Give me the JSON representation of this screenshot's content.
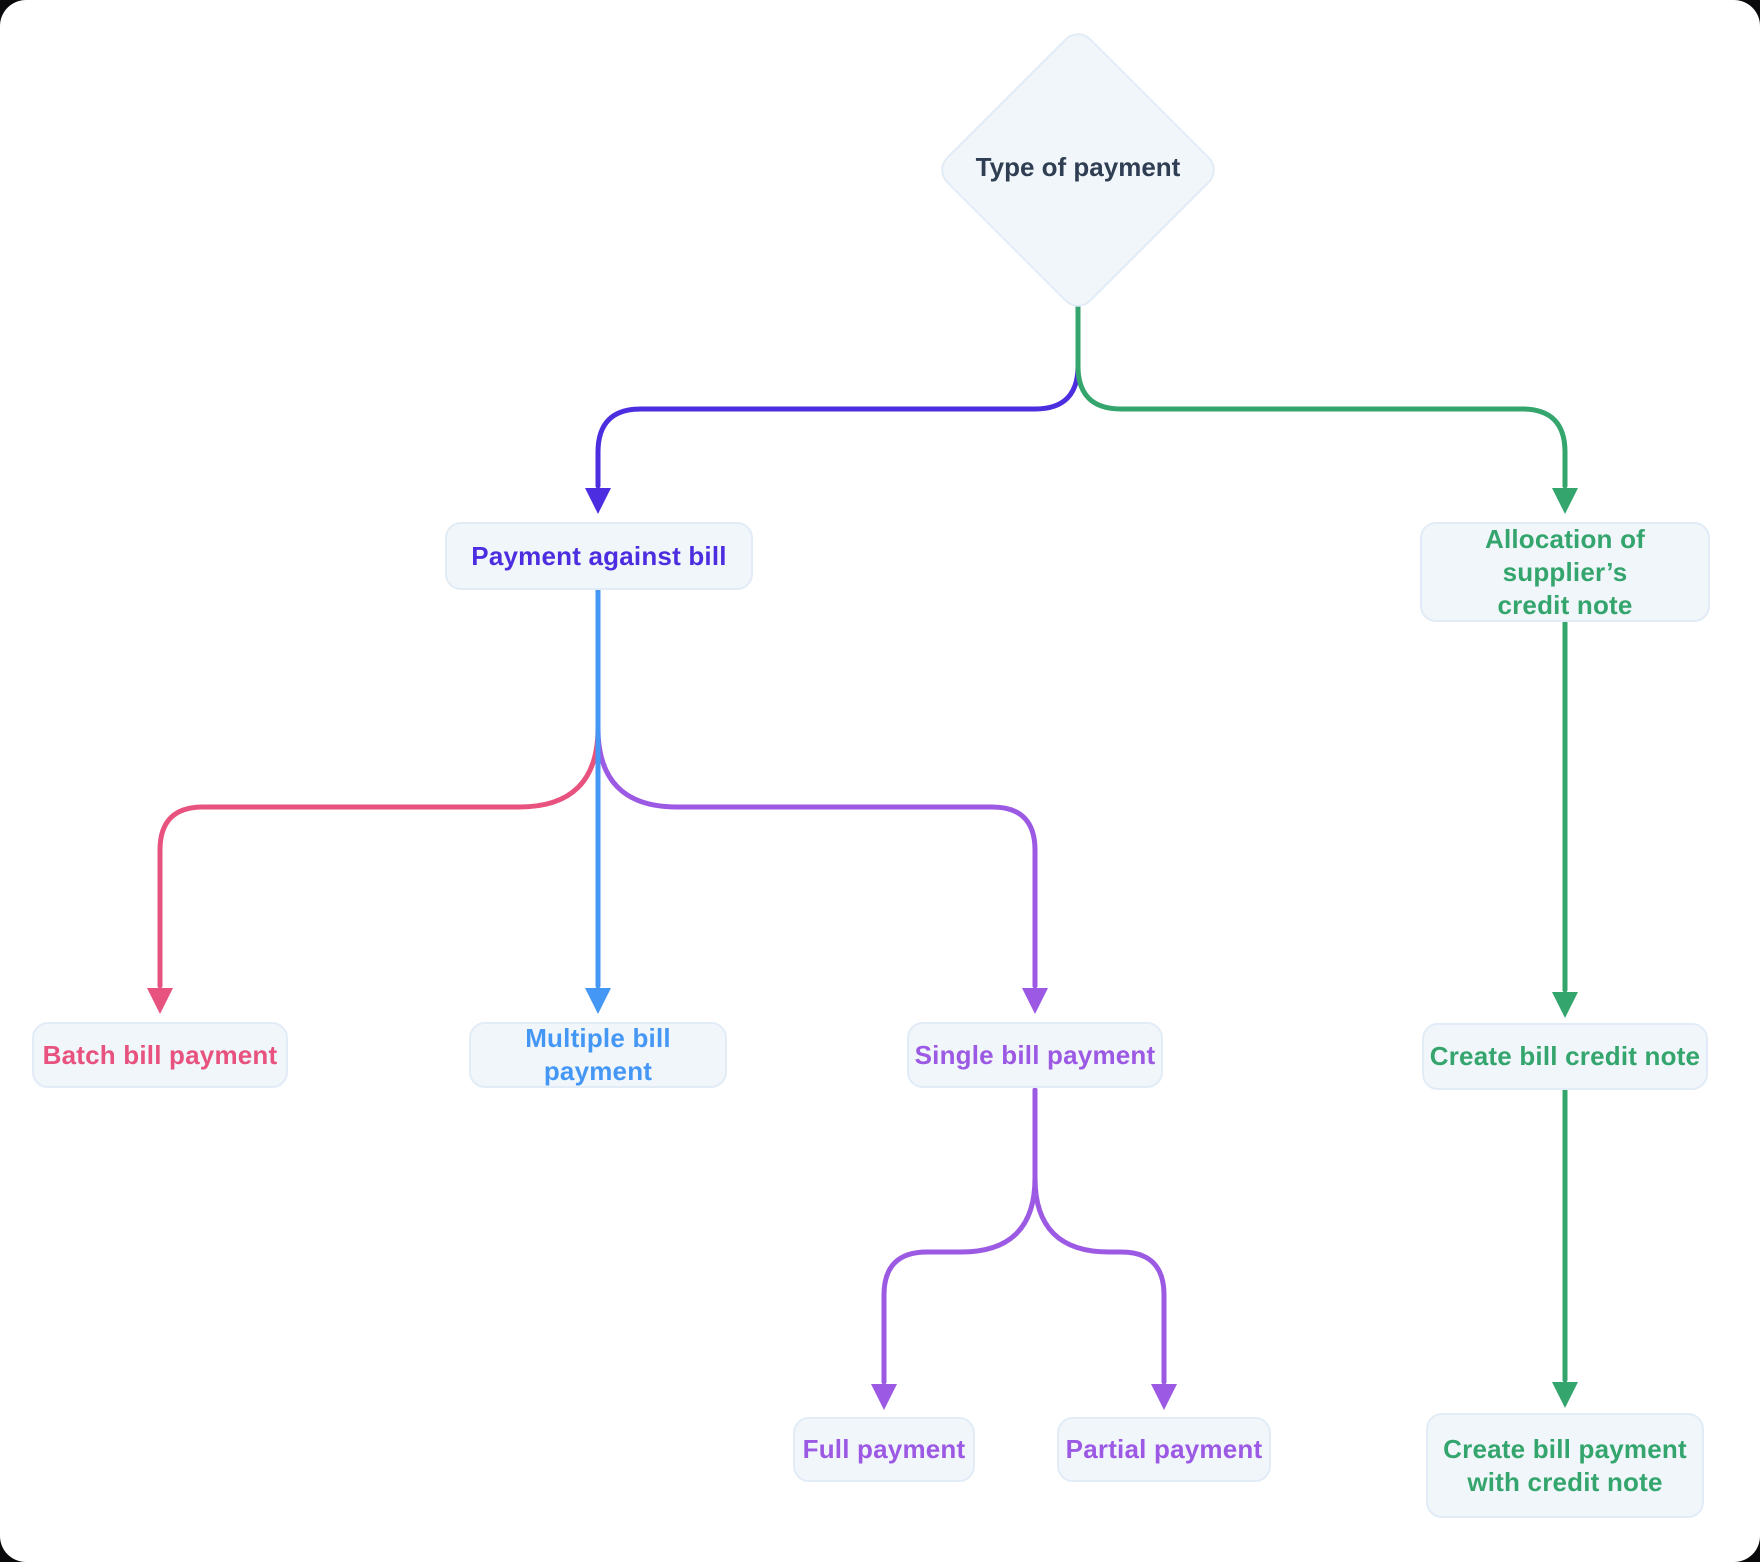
{
  "diagram_title": "Type of payment flowchart",
  "colors": {
    "background": "#ffffff",
    "node_fill": "#f1f6fb",
    "node_border": "#e2ecf6",
    "dark_text": "#2f3e52",
    "indigo": "#4c2ee0",
    "green": "#34a56d",
    "blue": "#4597f6",
    "pink": "#e8527f",
    "purple": "#9c59e3"
  },
  "nodes": {
    "type_of_payment": {
      "label": "Type of payment",
      "shape": "diamond",
      "text_color": "#2f3e52"
    },
    "payment_against_bill": {
      "label": "Payment against bill",
      "shape": "rounded-box",
      "text_color": "#4c2ee0"
    },
    "allocation_credit_note": {
      "label": "Allocation of supplier’s credit note",
      "lines": [
        "Allocation of supplier’s",
        "credit note"
      ],
      "shape": "rounded-box",
      "text_color": "#34a56d"
    },
    "batch_bill_payment": {
      "label": "Batch bill payment",
      "shape": "rounded-box",
      "text_color": "#e8527f"
    },
    "multiple_bill_payment": {
      "label": "Multiple bill payment",
      "shape": "rounded-box",
      "text_color": "#4597f6"
    },
    "single_bill_payment": {
      "label": "Single bill payment",
      "shape": "rounded-box",
      "text_color": "#9c59e3"
    },
    "create_bill_credit_note": {
      "label": "Create bill credit note",
      "shape": "rounded-box",
      "text_color": "#34a56d"
    },
    "full_payment": {
      "label": "Full payment",
      "shape": "rounded-box",
      "text_color": "#9c59e3"
    },
    "partial_payment": {
      "label": "Partial payment",
      "shape": "rounded-box",
      "text_color": "#9c59e3"
    },
    "create_bill_payment_with_credit_note": {
      "label": "Create bill payment with credit note",
      "lines": [
        "Create bill payment",
        "with credit note"
      ],
      "shape": "rounded-box",
      "text_color": "#34a56d"
    }
  },
  "edges": [
    {
      "id": "edge-type-to-payment-against-bill",
      "from": "type_of_payment",
      "to": "payment_against_bill",
      "color": "#4c2ee0",
      "arrow": true
    },
    {
      "id": "edge-type-to-allocation",
      "from": "type_of_payment",
      "to": "allocation_credit_note",
      "color": "#34a56d",
      "arrow": true
    },
    {
      "id": "edge-payment-to-batch",
      "from": "payment_against_bill",
      "to": "batch_bill_payment",
      "color": "#e8527f",
      "arrow": true
    },
    {
      "id": "edge-payment-to-multiple",
      "from": "payment_against_bill",
      "to": "multiple_bill_payment",
      "color": "#4597f6",
      "arrow": true
    },
    {
      "id": "edge-payment-to-single",
      "from": "payment_against_bill",
      "to": "single_bill_payment",
      "color": "#9c59e3",
      "arrow": true
    },
    {
      "id": "edge-single-to-full",
      "from": "single_bill_payment",
      "to": "full_payment",
      "color": "#9c59e3",
      "arrow": true
    },
    {
      "id": "edge-single-to-partial",
      "from": "single_bill_payment",
      "to": "partial_payment",
      "color": "#9c59e3",
      "arrow": true
    },
    {
      "id": "edge-allocation-to-create-credit-note",
      "from": "allocation_credit_note",
      "to": "create_bill_credit_note",
      "color": "#34a56d",
      "arrow": true
    },
    {
      "id": "edge-create-credit-note-to-create-payment",
      "from": "create_bill_credit_note",
      "to": "create_bill_payment_with_credit_note",
      "color": "#34a56d",
      "arrow": true
    }
  ]
}
